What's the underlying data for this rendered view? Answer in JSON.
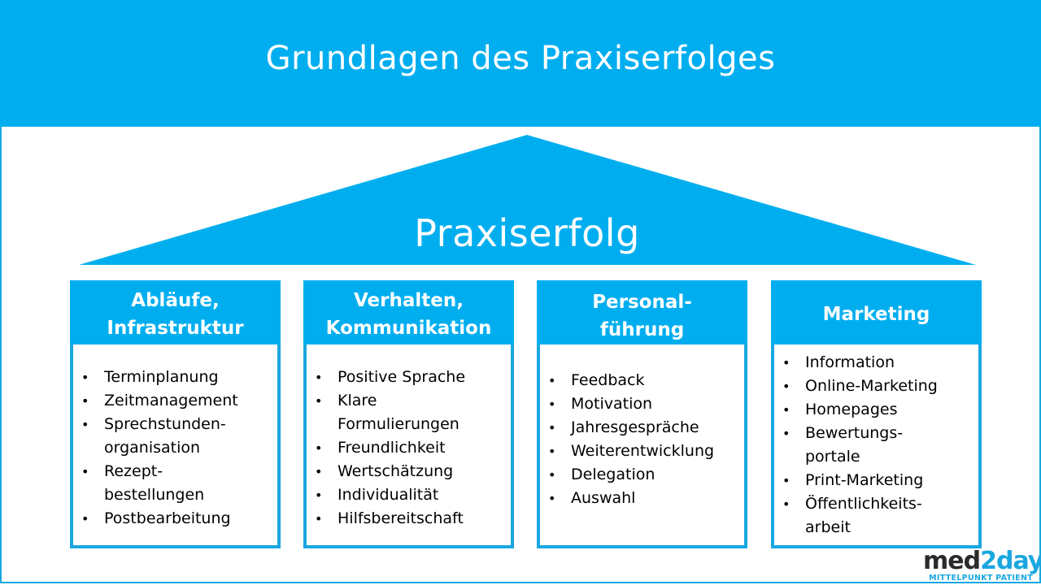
{
  "header": {
    "title": "Grundlagen des Praxiserfolges"
  },
  "roof": {
    "label": "Praxiserfolg"
  },
  "colors": {
    "brand_blue": "#00AEEF",
    "border_blue": "#1AA7E0",
    "text": "#000000",
    "logo_dark": "#2B2B2B"
  },
  "pillars": [
    {
      "title": "Abläufe,\nInfrastruktur",
      "items": [
        "Terminplanung",
        "Zeitmanagement",
        "Sprechstunden-\norganisation",
        "Rezept-\nbestellungen",
        "Postbearbeitung"
      ]
    },
    {
      "title": "Verhalten,\nKommunikation",
      "items": [
        "Positive Sprache",
        "Klare\nFormulierungen",
        "Freundlichkeit",
        "Wertschätzung",
        "Individualität",
        "Hilfsbereitschaft"
      ]
    },
    {
      "title": "Personal-\nführung",
      "items": [
        "Feedback",
        "Motivation",
        "Jahresgespräche",
        "Weiterentwicklung",
        "Delegation",
        "Auswahl"
      ]
    },
    {
      "title": "Marketing",
      "items": [
        "Information",
        "Online-Marketing",
        "Homepages",
        "Bewertungs-\nportale",
        "Print-Marketing",
        "Öffentlichkeits-\narbeit"
      ]
    }
  ],
  "logo": {
    "part1": "med",
    "part2": "2day",
    "tagline": "MITTELPUNKT PATIENT"
  }
}
